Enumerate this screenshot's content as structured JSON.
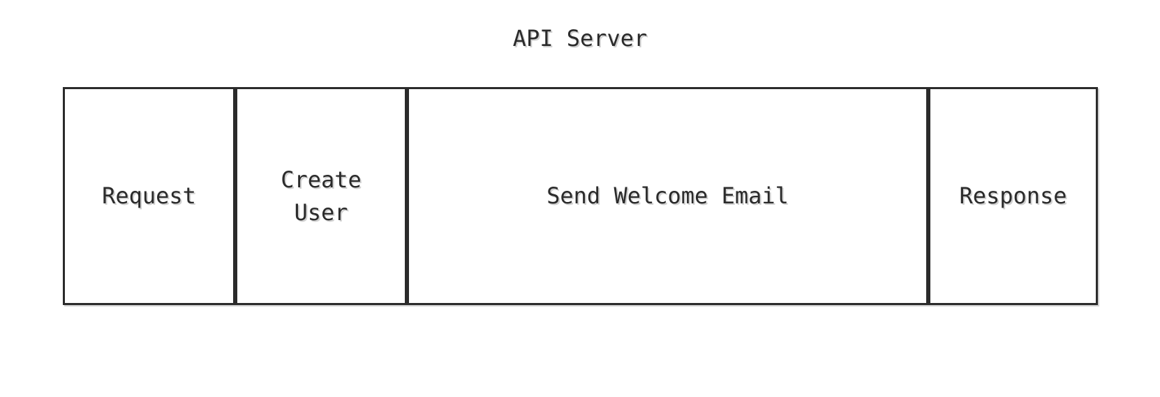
{
  "diagram": {
    "title": "API Server",
    "spans": [
      {
        "id": "request",
        "label": "Request"
      },
      {
        "id": "create-user",
        "label": "Create\nUser"
      },
      {
        "id": "send-welcome-email",
        "label": "Send Welcome Email"
      },
      {
        "id": "response",
        "label": "Response"
      }
    ]
  },
  "colors": {
    "ink": "#2b2b2b",
    "background": "#ffffff",
    "shadow_tint": "#d9d9d9"
  }
}
